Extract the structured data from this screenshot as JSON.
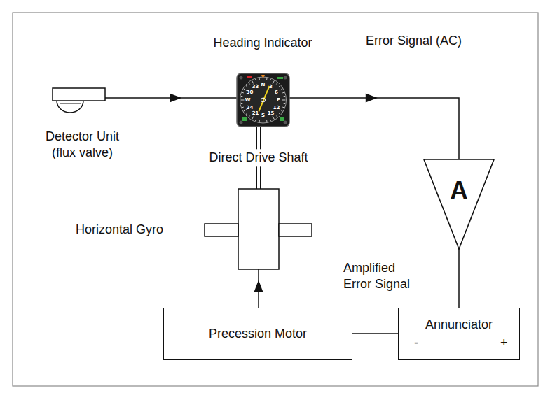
{
  "diagram": {
    "nodes": [
      {
        "text": [
          "Detector Unit (flux valve)"
        ]
      },
      {
        "text": [
          "Heading Indicator"
        ]
      },
      {
        "text": [
          "A"
        ]
      },
      {
        "text": [
          "Horizontal Gyro"
        ]
      },
      {
        "text": [
          "Precession Motor"
        ]
      },
      {
        "text": [
          "Annunciator",
          "-",
          "+"
        ]
      }
    ],
    "edges": [
      {
        "from": 0,
        "to": 1,
        "arrow": "to"
      },
      {
        "from": 1,
        "to": 2,
        "arrow": "to",
        "label": "Error Signal (AC)"
      },
      {
        "from": 2,
        "to": 5,
        "arrow": "none",
        "label": "Amplified Error Signal"
      },
      {
        "from": 5,
        "to": 4,
        "arrow": "none"
      },
      {
        "from": 4,
        "to": 3,
        "arrow": "to"
      },
      {
        "from": 3,
        "to": 1,
        "arrow": "none",
        "label": "Direct Drive Shaft"
      }
    ],
    "labels": [
      "N",
      "3",
      "6",
      "E",
      "12",
      "15",
      "S",
      "21",
      "24",
      "W",
      "30",
      "33"
    ]
  }
}
